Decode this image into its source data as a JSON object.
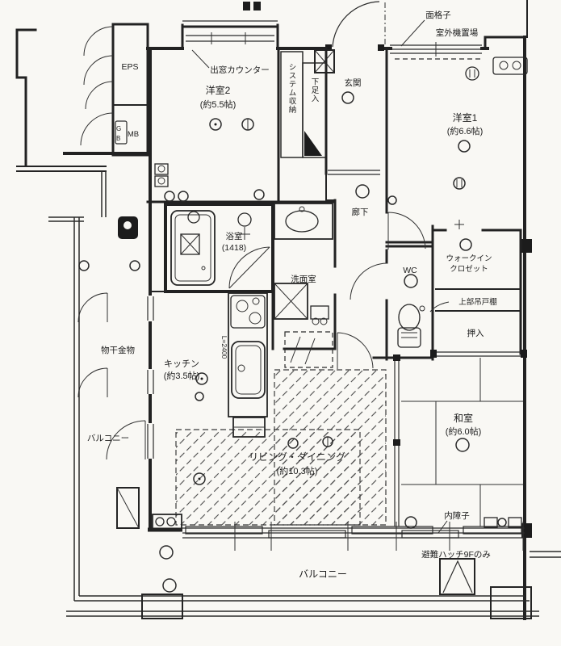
{
  "meta": {
    "type": "apartment-floor-plan"
  },
  "palette": {
    "paper": "#f9f8f4",
    "ink": "#1c1c1c",
    "hatch": "#4a4a4a"
  },
  "rooms": {
    "yoshitsu2": {
      "name": "洋室2",
      "size": "(約5.5帖)"
    },
    "yoshitsu1": {
      "name": "洋室1",
      "size": "(約6.6帖)"
    },
    "washitsu": {
      "name": "和室",
      "size": "(約6.0帖)"
    },
    "living": {
      "name": "リビング・ダイニング",
      "size": "(約10.3帖)"
    },
    "kitchen": {
      "name": "キッチン",
      "size": "(約3.5帖)"
    },
    "genkan": {
      "name": "玄関"
    },
    "rouka": {
      "name": "廊下"
    },
    "bath": {
      "name": "浴室",
      "size": "(1418)"
    },
    "senmen": {
      "name": "洗面室"
    },
    "wc": {
      "name": "WC"
    },
    "wic": {
      "line1": "ウォークイン",
      "line2": "クロゼット"
    },
    "oshiire": {
      "name": "押入"
    },
    "balcony_left": {
      "name": "バルコニー"
    },
    "balcony_south": {
      "name": "バルコニー"
    }
  },
  "annotations": {
    "eps": "EPS",
    "mb": "MB",
    "gb_g": "G",
    "gb_b": "B",
    "system_storage": "システム収納",
    "shoe_cabinet": "下足入",
    "bay_window_counter": "出窓カウンター",
    "window_grille": "面格子",
    "outdoor_unit_space": "室外機置場",
    "upper_cabinet": "上部吊戸棚",
    "laundry_hardware": "物干金物",
    "inner_shoji": "内障子",
    "evacuation_hatch": "避難ハッチ9Fのみ",
    "kitchen_length": "L=2400"
  }
}
